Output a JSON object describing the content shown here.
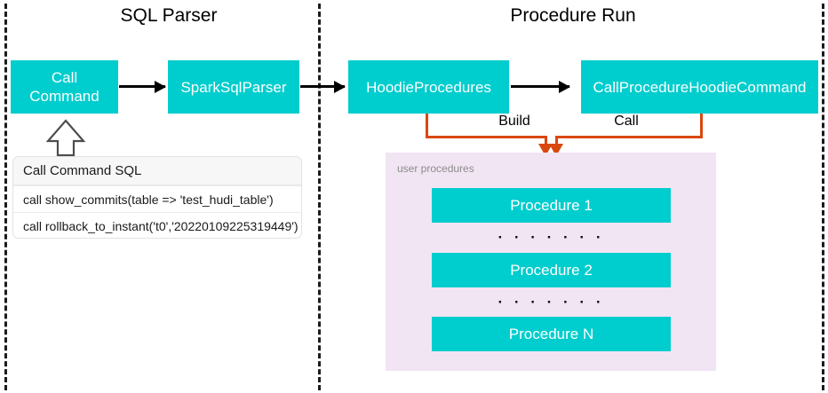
{
  "diagram": {
    "title_left": "SQL Parser",
    "title_right": "Procedure Run",
    "colors": {
      "box_fill": "#00cdcd",
      "box_text": "#ffffff",
      "panel_fill": "#f1e4f3",
      "connector": "#d9480f",
      "divider": "#1b1b1b",
      "background": "#ffffff"
    }
  },
  "left_section": {
    "title": "SQL Parser",
    "nodes": [
      {
        "id": "call-command",
        "label_line1": "Call",
        "label_line2": "Command"
      },
      {
        "id": "spark-sql-parser",
        "label": "SparkSqlParser"
      }
    ],
    "sql_table": {
      "header": "Call Command SQL",
      "rows": [
        "call show_commits(table => 'test_hudi_table')",
        "call rollback_to_instant('t0','20220109225319449')"
      ]
    }
  },
  "right_section": {
    "title": "Procedure Run",
    "nodes": [
      {
        "id": "hoodie-procedures",
        "label": "HoodieProcedures"
      },
      {
        "id": "call-procedure-hoodie-command",
        "label": "CallProcedureHoodieCommand"
      }
    ],
    "connector_labels": {
      "build": "Build",
      "call": "Call"
    },
    "procedures_panel": {
      "label": "user procedures",
      "items": [
        {
          "id": "procedure-1",
          "label": "Procedure 1"
        },
        {
          "id": "ellipsis-1",
          "label": "· · · · · · ·"
        },
        {
          "id": "procedure-2",
          "label": "Procedure 2"
        },
        {
          "id": "ellipsis-2",
          "label": "· · · · · · ·"
        },
        {
          "id": "procedure-n",
          "label": "Procedure N"
        }
      ]
    }
  }
}
